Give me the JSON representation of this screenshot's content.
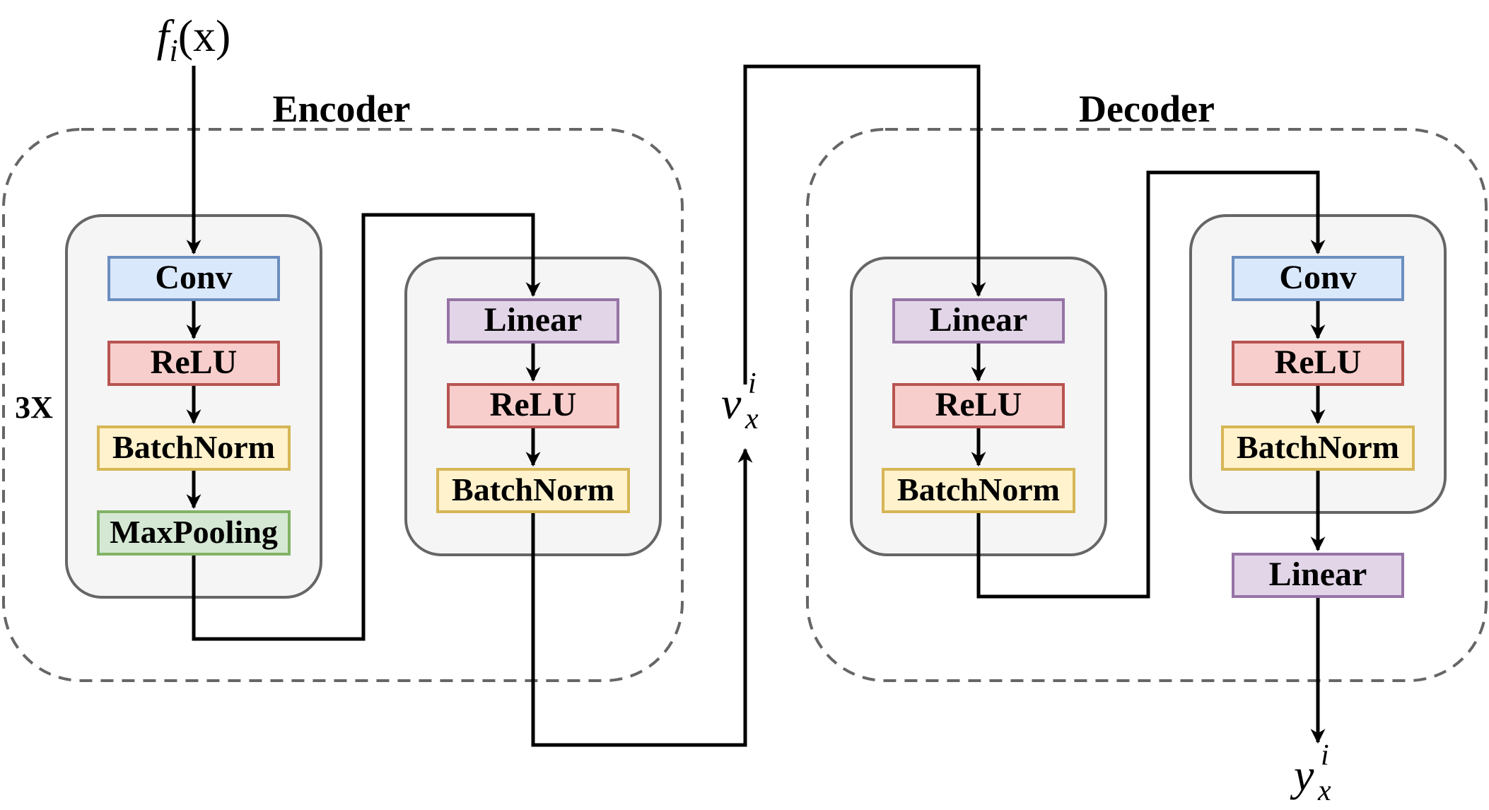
{
  "input_label": {
    "base": "f",
    "sub": "i",
    "arg": "(x)"
  },
  "latent_label": {
    "base": "v",
    "sub": "x",
    "sup": "i"
  },
  "output_label": {
    "base": "y",
    "sub": "x",
    "sup": "i"
  },
  "encoder": {
    "title": "Encoder",
    "repeat_label": "3X",
    "conv_block": [
      "Conv",
      "ReLU",
      "BatchNorm",
      "MaxPooling"
    ],
    "dense_block": [
      "Linear",
      "ReLU",
      "BatchNorm"
    ]
  },
  "decoder": {
    "title": "Decoder",
    "dense_block": [
      "Linear",
      "ReLU",
      "BatchNorm"
    ],
    "conv_block": [
      "Conv",
      "ReLU",
      "BatchNorm"
    ],
    "final_layer": "Linear"
  },
  "colors": {
    "conv": {
      "fill": "#dae8fc",
      "stroke": "#6c8ebf"
    },
    "relu": {
      "fill": "#f8cecc",
      "stroke": "#b85450"
    },
    "batchnorm": {
      "fill": "#fff2cc",
      "stroke": "#d6b656"
    },
    "maxpooling": {
      "fill": "#d5e8d4",
      "stroke": "#82b366"
    },
    "linear": {
      "fill": "#e1d5e7",
      "stroke": "#9673a6"
    },
    "block_fill": "#f5f5f5",
    "block_stroke": "#666666",
    "dashed": "#666666",
    "arrow": "#000000"
  }
}
